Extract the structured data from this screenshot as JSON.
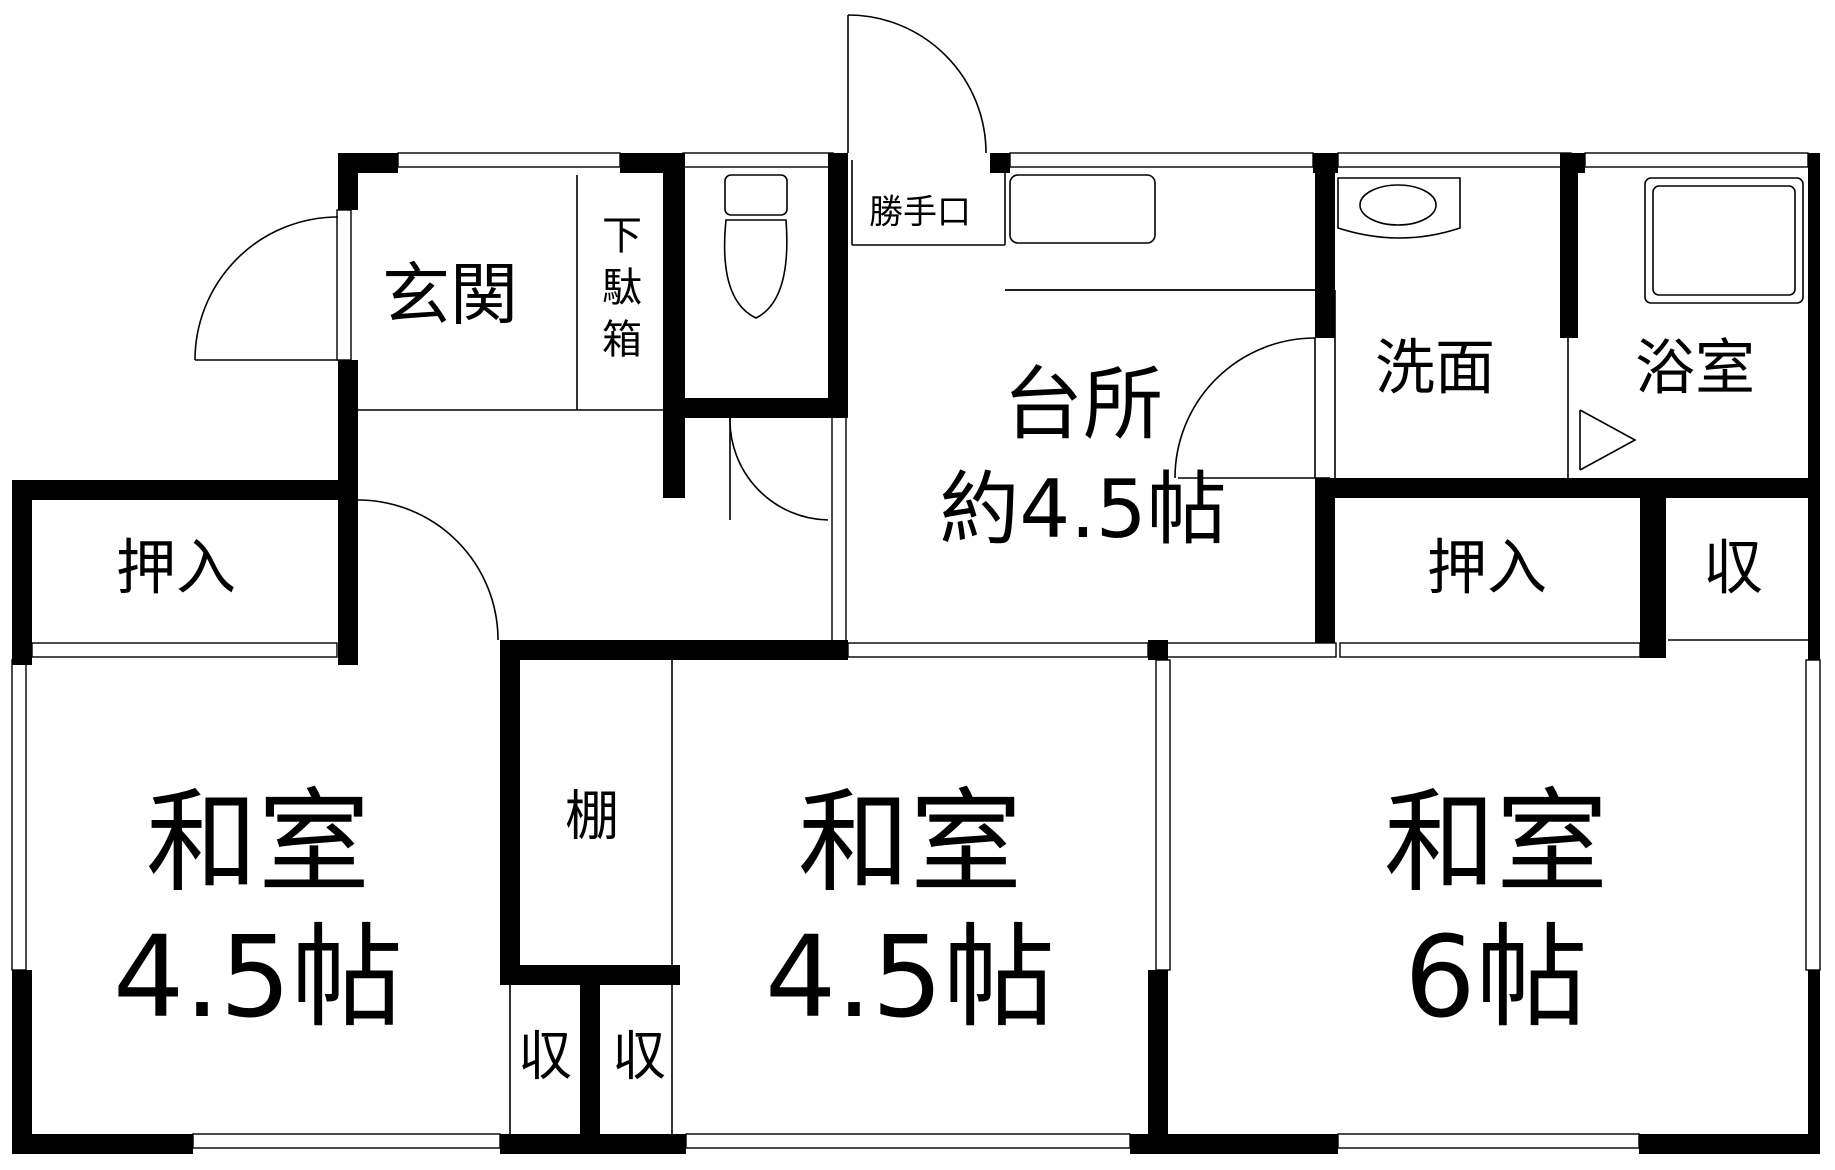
{
  "rooms": {
    "genkan": "玄関",
    "getabako": "下駄箱",
    "katteguchi": "勝手口",
    "kitchen_name": "台所",
    "kitchen_size": "約4.5帖",
    "senmen": "洗面",
    "yokushitsu": "浴室",
    "oshiire_left": "押入",
    "oshiire_right": "押入",
    "shu_right": "収",
    "washitsu_left_name": "和室",
    "washitsu_left_size": "4.5帖",
    "tana": "棚",
    "shu_a": "収",
    "shu_b": "収",
    "washitsu_center_name": "和室",
    "washitsu_center_size": "4.5帖",
    "washitsu_right_name": "和室",
    "washitsu_right_size": "6帖"
  }
}
